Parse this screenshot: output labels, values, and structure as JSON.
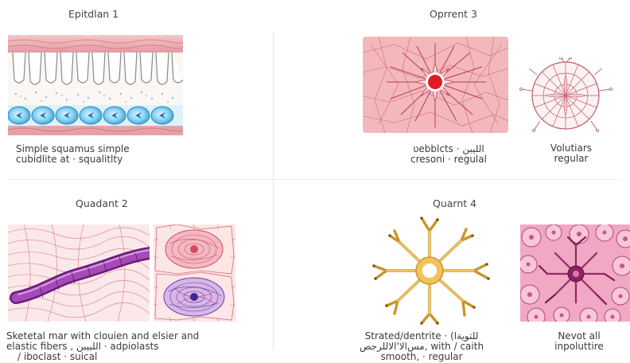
{
  "quadrant1": {
    "title": "Epitdlan 1",
    "caption_line1": "Simple squamus simple",
    "caption_line2": "cubidlite at  ·  squalitlty"
  },
  "quadrant2": {
    "title": "Quadant 2",
    "caption_line1": "Sketetal mar with clouien and elsier and",
    "caption_line2": "elastic fibers , اللبيبن  ·  adpiolasts",
    "caption_line3": "/ iboclast  ·  suical"
  },
  "quadrant3": {
    "title": "Oprrent 3",
    "caption_line1": "ʋebblcts  ·  الليبن",
    "caption_line2": "cresoni  ·  regulal",
    "side_label_line1": "Volutiars",
    "side_label_line2": "regular"
  },
  "quadrant4": {
    "title": "Quarnt 4",
    "caption_line1": "Strated/dentrite  ·  (للتويةا",
    "caption_line2": "ﻣﺲالا'الاللرجص, with / caith",
    "caption_line3": "smooth,  ·  regular",
    "side_label_line1": "Nevot all",
    "side_label_line2": "inpoluttire"
  },
  "colors": {
    "tissue_pink": "#e9a9ae",
    "cell_blue": "#6cc3e8",
    "nucleus_red": "#e01b24",
    "muscle_purple": "#8a2a9c",
    "neuron_yellow": "#e8b84a",
    "stroma_magenta": "#b4477e"
  }
}
